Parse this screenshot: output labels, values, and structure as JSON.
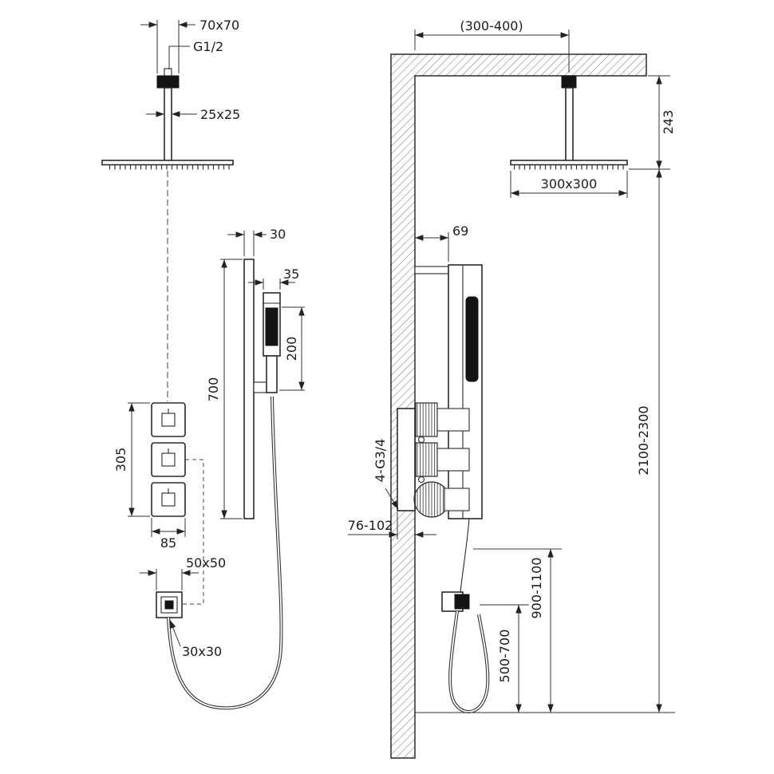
{
  "drawing": {
    "left_view": {
      "dim_ceiling_plate": "70x70",
      "label_thread": "G1/2",
      "dim_arm": "25x25",
      "dim_bar_depth": "30",
      "dim_handshower_width": "35",
      "dim_handshower_length": "200",
      "dim_bar_length": "700",
      "dim_valve_group_height": "305",
      "dim_valve_width": "85",
      "dim_outlet_plate": "50x50",
      "dim_outlet": "30x30"
    },
    "right_view": {
      "dim_ceiling_offset": "(300-400)",
      "dim_arm_drop": "243",
      "dim_head": "300x300",
      "dim_bar_offset": "69",
      "label_connections": "4-G3/4",
      "dim_recess_depth": "76-102",
      "dim_outlet_height": "900-1100",
      "dim_handshower_height": "500-700",
      "dim_head_height": "2100-2300"
    },
    "colors": {
      "line": "#2b2b2b",
      "dim_line": "#333333",
      "fill_dark": "#141414",
      "background": "#ffffff"
    }
  }
}
